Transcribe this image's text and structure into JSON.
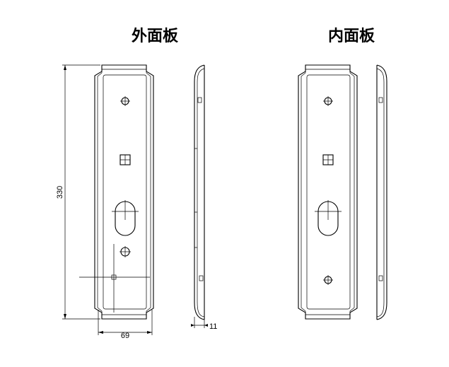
{
  "titles": {
    "outer_panel": "外面板",
    "inner_panel": "内面板"
  },
  "dimensions": {
    "height": "330",
    "width": "69",
    "depth": "11"
  }
}
